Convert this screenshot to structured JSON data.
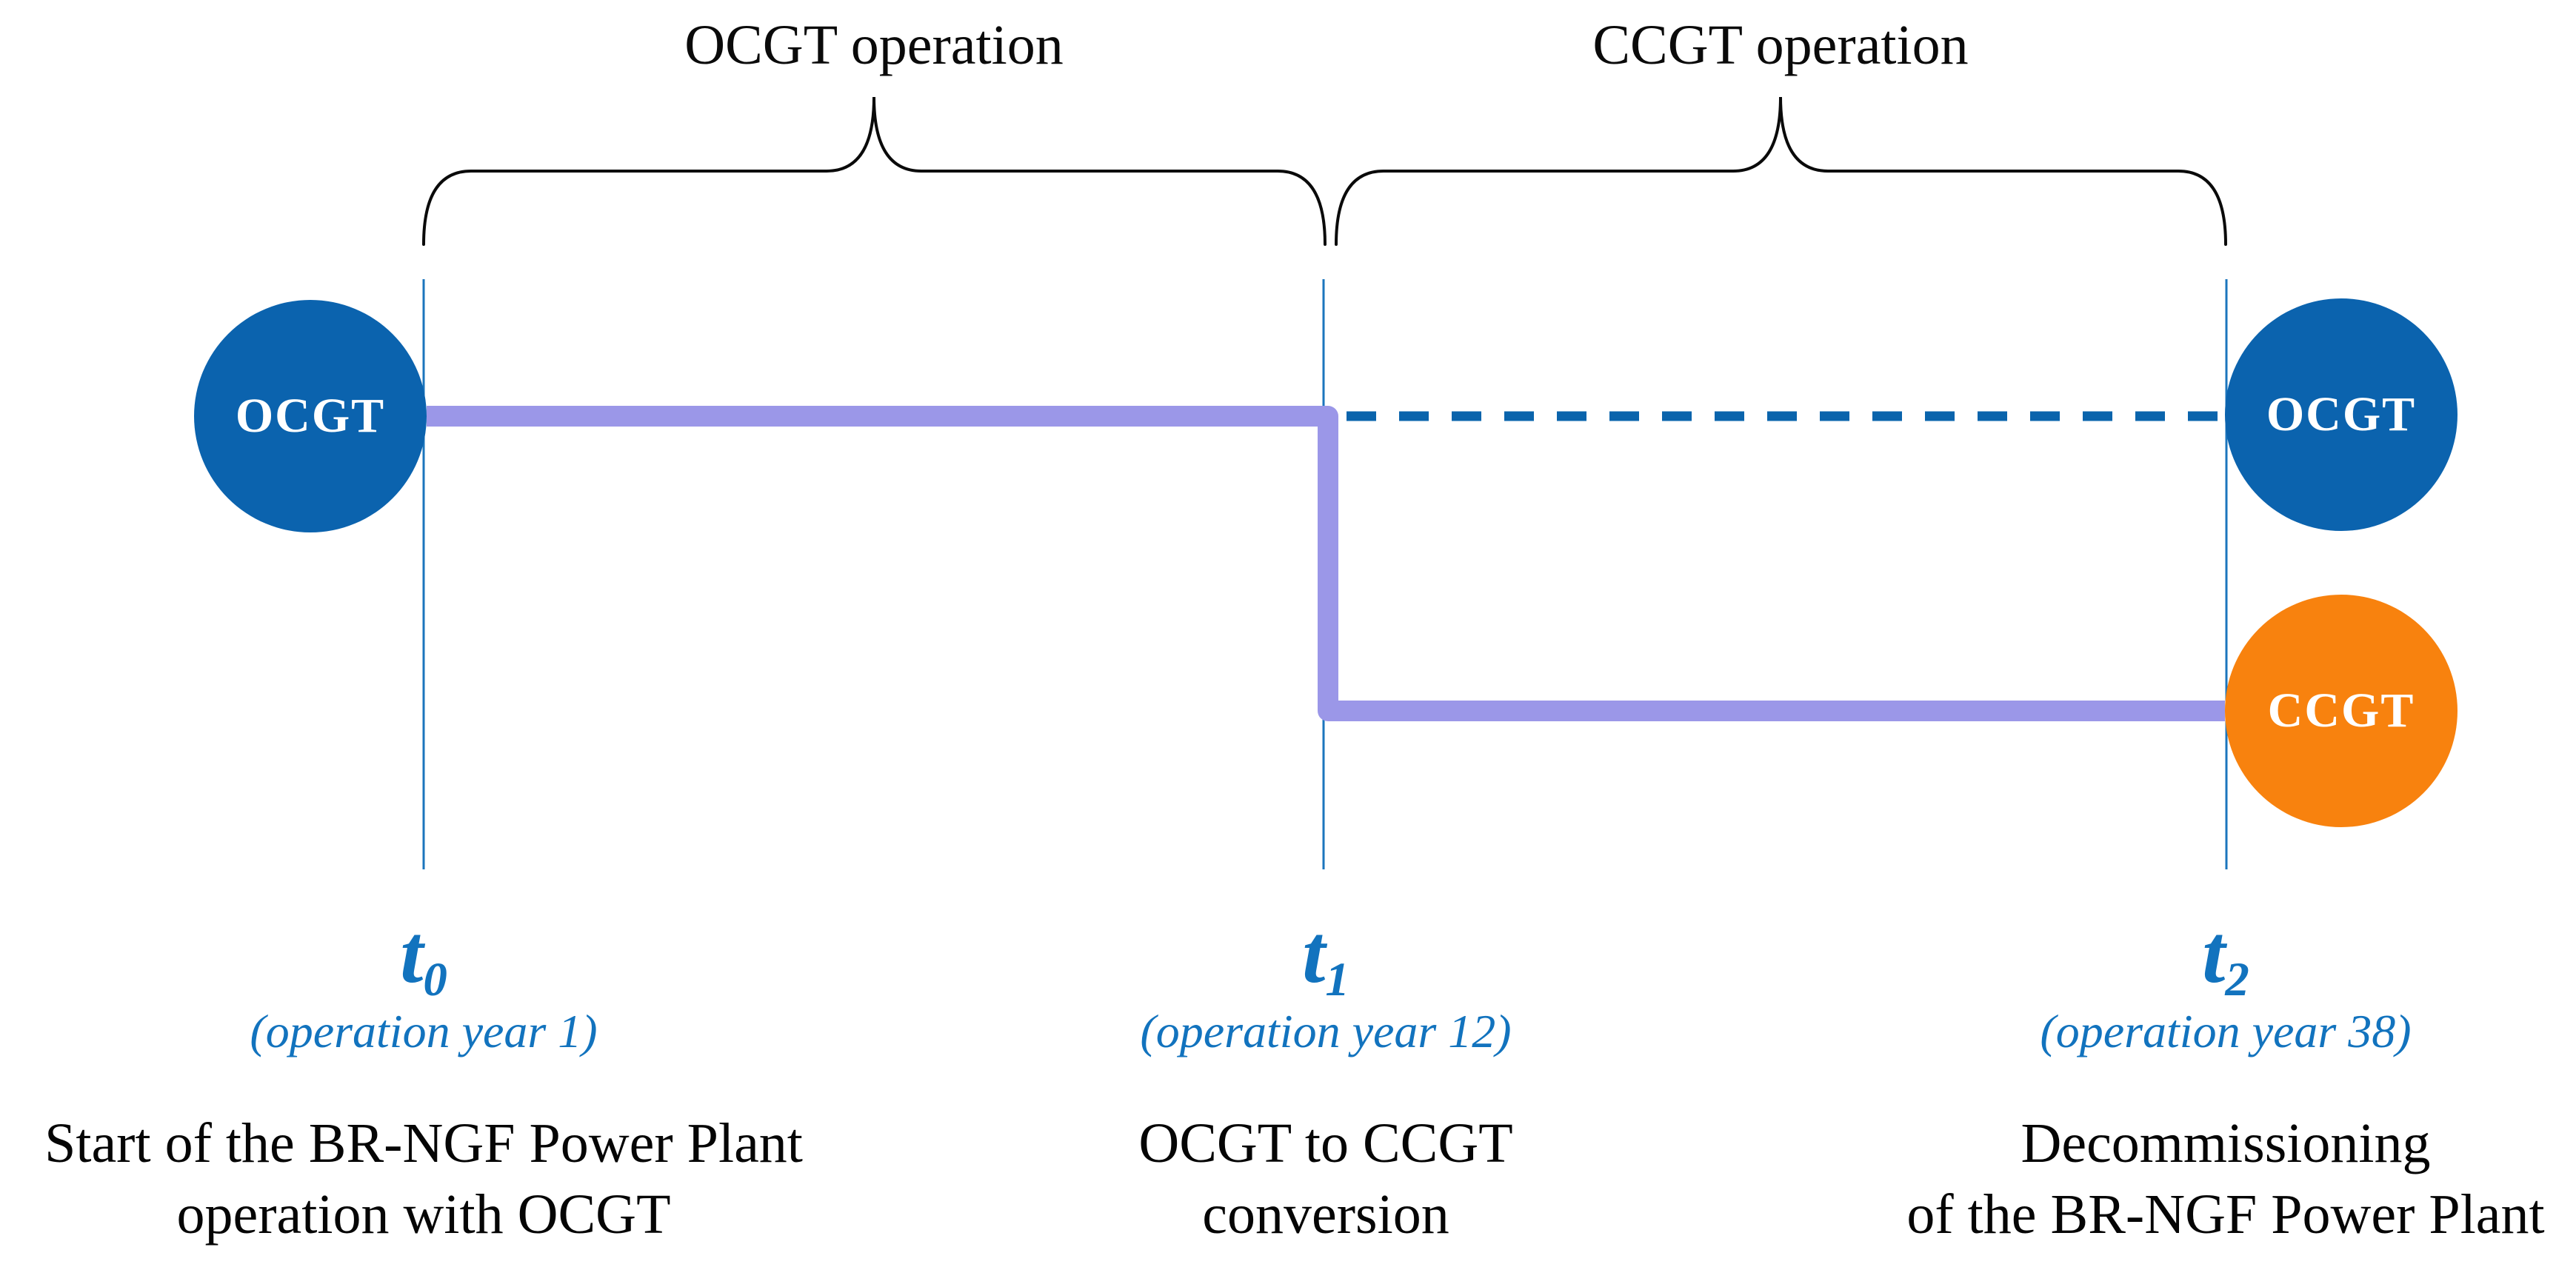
{
  "figure": {
    "phases": [
      {
        "label": "OCGT operation"
      },
      {
        "label": "CCGT operation"
      }
    ],
    "nodes": {
      "start_ocgt": "OCGT",
      "end_ocgt": "OCGT",
      "end_ccgt": "CCGT"
    },
    "milestones": [
      {
        "symbol": "t",
        "sub": "0",
        "year_note": "(operation year 1)",
        "desc": [
          "Start of the BR-NGF Power Plant",
          "operation with OCGT"
        ]
      },
      {
        "symbol": "t",
        "sub": "1",
        "year_note": "(operation year 12)",
        "desc": [
          "OCGT to CCGT",
          "conversion"
        ]
      },
      {
        "symbol": "t",
        "sub": "2",
        "year_note": "(operation year 38)",
        "desc": [
          "Decommissioning",
          "of the BR-NGF Power Plant"
        ]
      }
    ],
    "colors": {
      "node_blue": "#0b63ae",
      "node_orange": "#f8820e",
      "active_path_purple": "#9b97e8",
      "dashed_blue": "#0a64ac",
      "marker_line_blue": "#1b75bd",
      "label_blue": "#1273be",
      "brace_black": "#0a0a0a"
    }
  }
}
